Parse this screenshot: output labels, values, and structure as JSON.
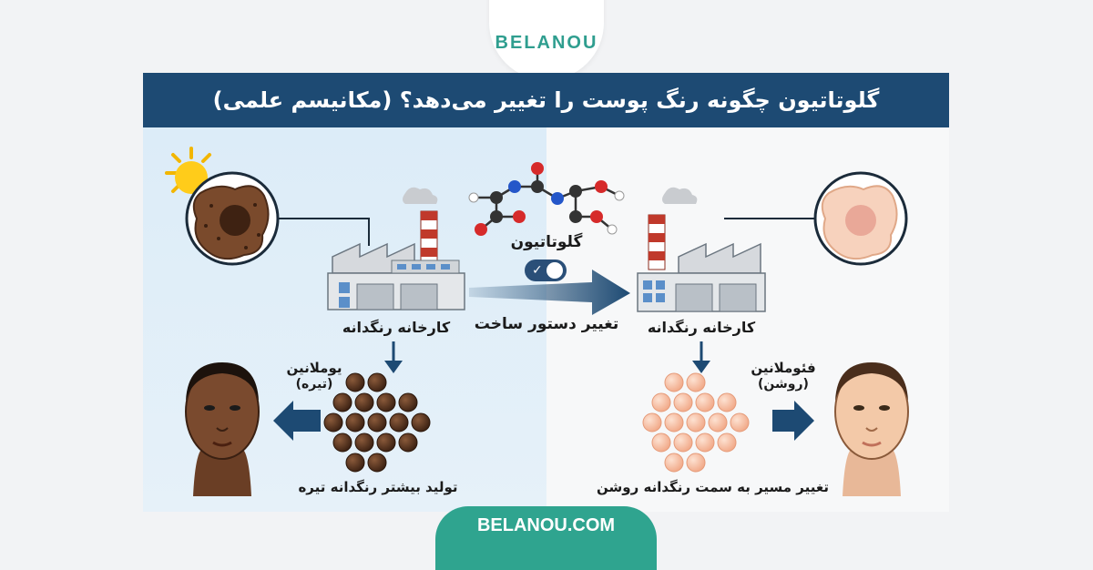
{
  "brand": {
    "logo_text": "BELANOU",
    "site": "BELANOU.COM"
  },
  "header": {
    "title": "گلوتاتیون چگونه رنگ پوست را تغییر می‌دهد؟ (مکانیسم علمی)"
  },
  "left": {
    "factory_label": "کارخانه رنگدانه",
    "pigment_name": "یوملانین",
    "pigment_desc": "(تیره)",
    "result": "تولید بیشتر رنگدانه تیره"
  },
  "right": {
    "factory_label": "کارخانه رنگدانه",
    "pigment_name": "فئوملانین",
    "pigment_desc": "(روشن)",
    "result": "تغییر مسیر به سمت رنگدانه روشن"
  },
  "center": {
    "molecule_label": "گلوتاتیون",
    "arrow_label": "تغییر دستور ساخت",
    "toggle_icon": "check-icon"
  },
  "colors": {
    "header": "#1d4a73",
    "brand": "#2fa48f",
    "dark_pigment": "#4a2a18",
    "light_pigment": "#f6c2a8",
    "arrow": "#1d4a73"
  }
}
